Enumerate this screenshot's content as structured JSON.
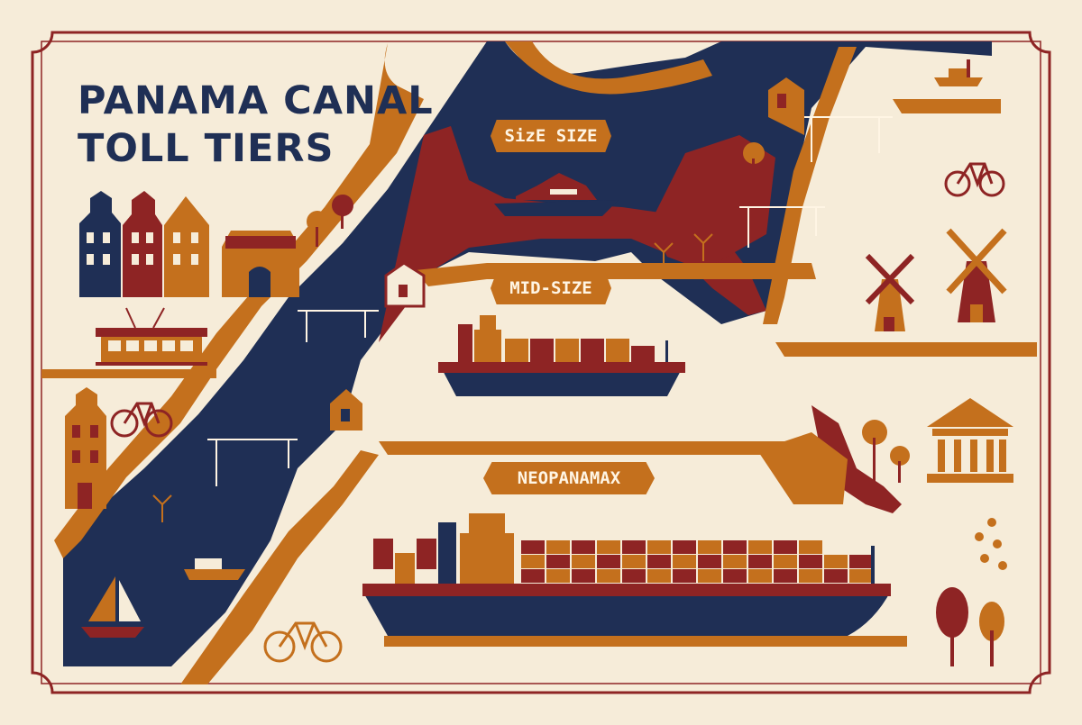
{
  "title": {
    "line1": "PANAMA CANAL",
    "line2": "TOLL TIERS"
  },
  "tiers": [
    {
      "id": "small",
      "label": "SizE SIZE"
    },
    {
      "id": "mid",
      "label": "MID-SIZE"
    },
    {
      "id": "large",
      "label": "NEOPANAMAX"
    }
  ],
  "colors": {
    "background": "#f6ecd9",
    "navy": "#1f2f55",
    "orange": "#c4701d",
    "maroon": "#8e2424",
    "cream": "#fff5e4"
  }
}
